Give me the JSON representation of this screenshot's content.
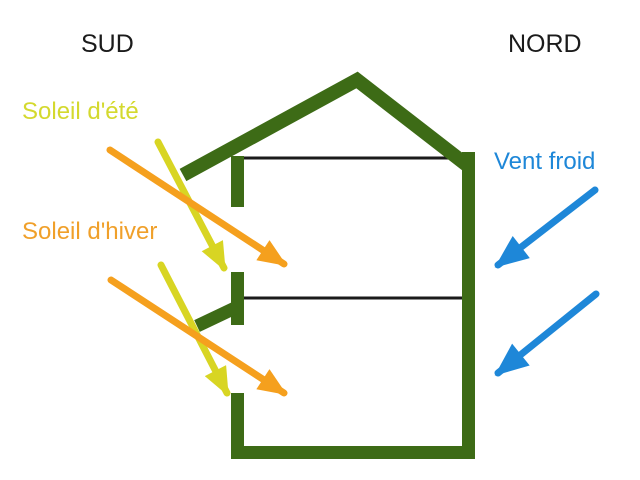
{
  "labels": {
    "south": "SUD",
    "north": "NORD",
    "summer_sun": "Soleil d'été",
    "winter_sun": "Soleil d'hiver",
    "cold_wind": "Vent froid"
  },
  "colors": {
    "background": "#ffffff",
    "house_green": "#3d6b16",
    "structure_black": "#1b1b1b",
    "summer_yellow": "#d8d523",
    "winter_orange": "#f5a01e",
    "wind_blue": "#1e87d8"
  }
}
